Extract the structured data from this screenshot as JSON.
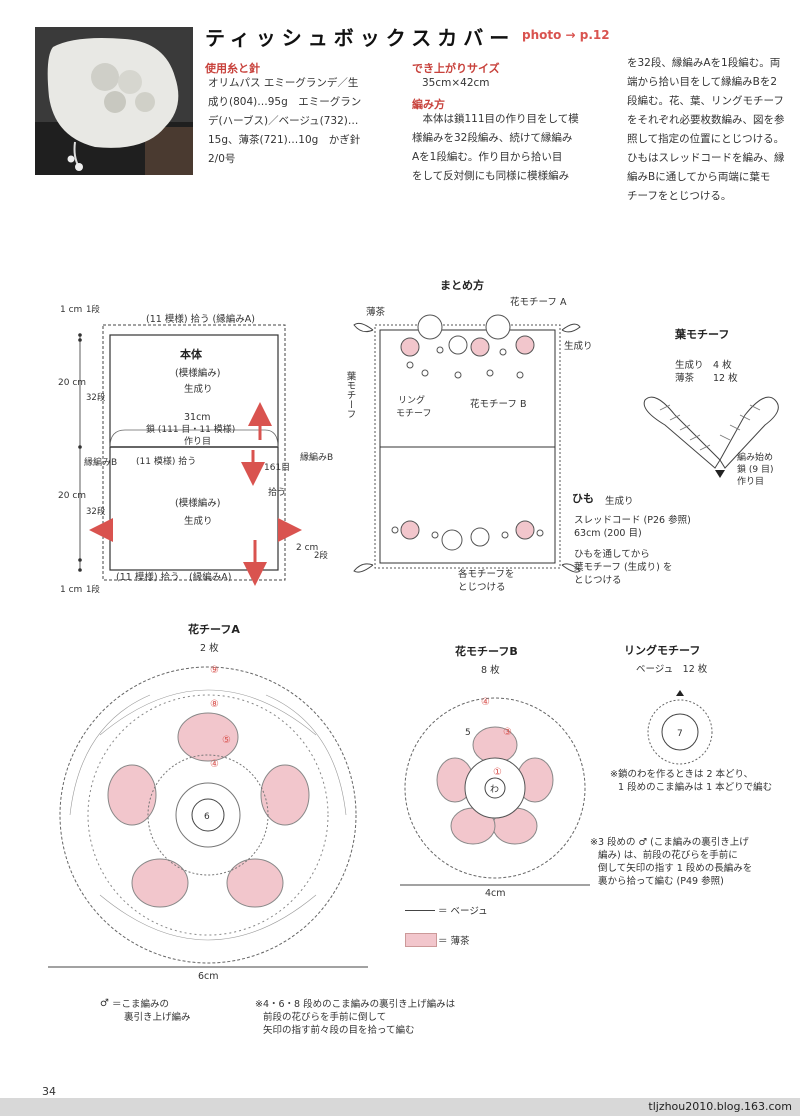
{
  "header": {
    "title": "ティッシュボックスカバー",
    "photo_ref": "photo → p.12"
  },
  "materials": {
    "heading": "使用糸と針",
    "lines": [
      "オリムパス エミーグランデ／生",
      "成り(804)…95g　エミーグラン",
      "デ(ハーブス)／ベージュ(732)…",
      "15g、薄茶(721)…10g　かぎ針",
      "2/0号"
    ]
  },
  "size": {
    "heading": "でき上がりサイズ",
    "value": "35cm×42cm"
  },
  "method": {
    "heading": "編み方",
    "lines": [
      "　本体は鎖111目の作り目をして模",
      "様編みを32段編み、続けて縁編み",
      "Aを1段編む。作り目から拾い目",
      "をして反対側にも同様に模様編み"
    ]
  },
  "method_cont": {
    "lines": [
      "を32段、縁編みAを1段編む。両",
      "端から拾い目をして縁編みBを2",
      "段編む。花、葉、リングモチーフ",
      "をそれぞれ必要枚数編み、図を参",
      "照して指定の位置にとじつける。",
      "ひもはスレッドコードを編み、縁",
      "編みBに通してから両端に葉モ",
      "チーフをとじつける。"
    ]
  },
  "body_diagram": {
    "top_pick": "(11 模様) 拾う (縁編みA)",
    "bottom_pick": "(11 模様) 拾う　(縁編みA)",
    "mid_pick": "(11 模様) 拾う",
    "title": "本体",
    "pattern": "(模様編み)",
    "color": "生成り",
    "width": "31cm",
    "chain": "鎖 (111 目・11 模様)",
    "make": "作り目",
    "pattern2": "(模様編み)",
    "color2": "生成り",
    "side_pick_count": "161目",
    "side_pick": "拾う",
    "edge_b": "縁編みB",
    "dim_1cm_top": "1 cm",
    "dim_1dan_top": "1段",
    "dim_20cm_a": "20 cm",
    "dim_32_a": "32段",
    "dim_20cm_b": "20 cm",
    "dim_32_b": "32段",
    "dim_1cm_bot": "1 cm",
    "dim_1dan_bot": "1段",
    "dim_2cm": "2 cm",
    "dim_2dan": "2段"
  },
  "assembly": {
    "title": "まとめ方",
    "brown": "薄茶",
    "flower_a": "花モチーフ A",
    "cream": "生成り",
    "leaf": "葉モチーフ",
    "ring1": "リング",
    "ring2": "モチーフ",
    "flower_b": "花モチーフ B",
    "attach1": "各モチーフを",
    "attach2": "とじつける"
  },
  "leaf_motif": {
    "title": "葉モチーフ",
    "cream": "生成り　4 枚",
    "brown": "薄茶　　12 枚",
    "start1": "編み始め",
    "start2": "鎖 (9 目)",
    "start3": "作り目"
  },
  "cord": {
    "title": "ひも",
    "color": "生成り",
    "line1": "スレッドコード (P26 参照)",
    "line2": "63cm (200 目)",
    "line3": "ひもを通してから",
    "line4": "葉モチーフ (生成り) を",
    "line5": "とじつける"
  },
  "flower_a": {
    "title": "花チーフA",
    "count": "2 枚",
    "width": "6cm",
    "center": "6",
    "rows": [
      "⑨",
      "⑧",
      "⑤",
      "④"
    ]
  },
  "flower_b": {
    "title": "花モチーフB",
    "count": "8 枚",
    "width": "4cm",
    "center": "わ",
    "row5": "5",
    "rows": [
      "④",
      "③",
      "①"
    ]
  },
  "ring_motif": {
    "title": "リングモチーフ",
    "count": "ベージュ　12 枚",
    "center": "7",
    "note1": "※鎖のわを作るときは 2 本どり、",
    "note2": "1 段めのこま編みは 1 本どりで編む"
  },
  "note_3dan": {
    "line1": "※3 段めの ♂ (こま編みの裏引き上げ",
    "line2": "編み) は、前段の花びらを手前に",
    "line3": "倒して矢印の指す 1 段めの長編みを",
    "line4": "裏から拾って編む (P49 参照)"
  },
  "legend": {
    "beige": "＝ ベージュ",
    "brown": "＝ 薄茶"
  },
  "symbol_note": {
    "line1": "＝こま編みの",
    "line2": "裏引き上げ編み"
  },
  "note_468": {
    "line1": "※4・6・8 段めのこま編みの裏引き上げ編みは",
    "line2": "前段の花びらを手前に倒して",
    "line3": "矢印の指す前々段の目を拾って編む"
  },
  "page_number": "34",
  "footer_url": "tljzhou2010.blog.163.com",
  "colors": {
    "accent": "#c8423c",
    "pink": "#f2c6cc",
    "arrow": "#d9534f"
  }
}
